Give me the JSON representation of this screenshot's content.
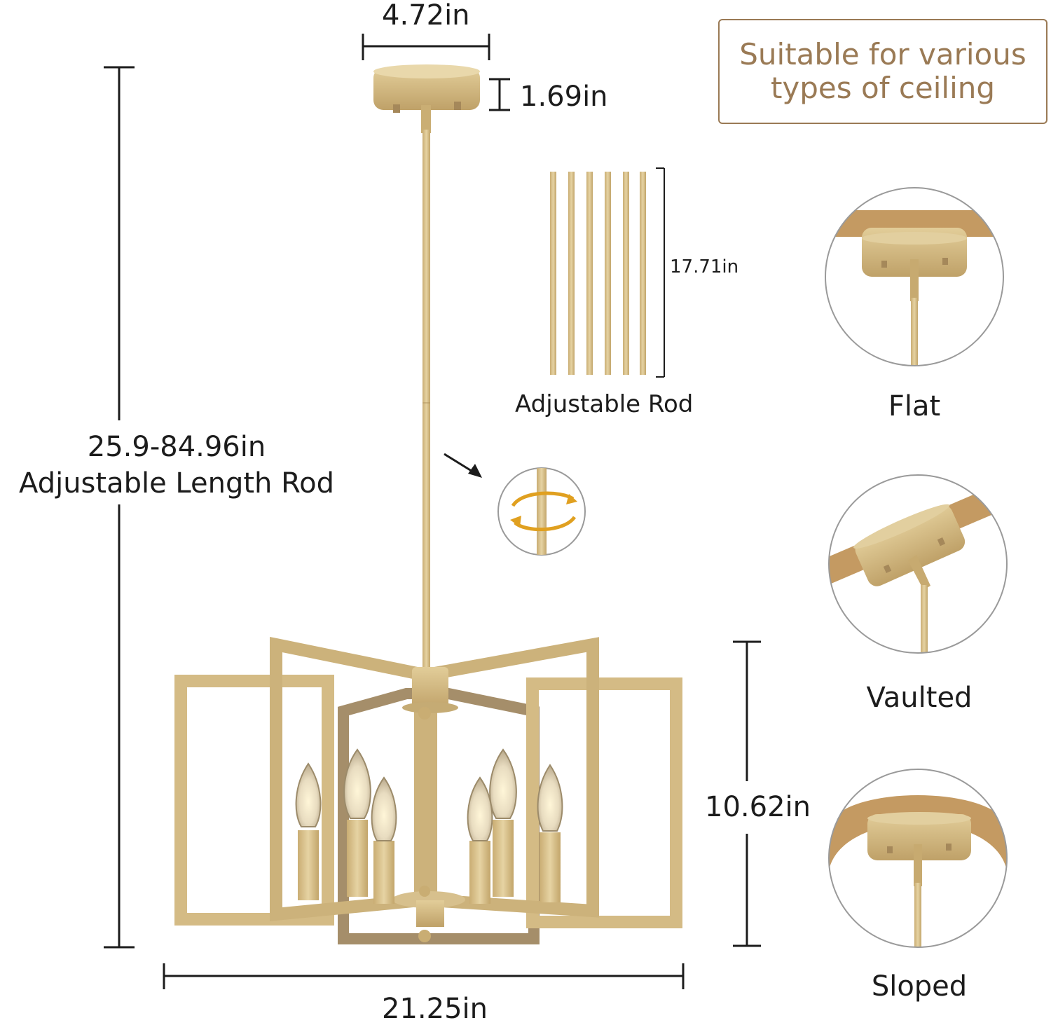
{
  "dimensions": {
    "canopy_width": "4.72in",
    "canopy_height": "1.69in",
    "rod_length": "17.71in",
    "rod_caption": "Adjustable Rod",
    "overall_height_range": "25.9-84.96in",
    "overall_height_caption": "Adjustable Length Rod",
    "fixture_height": "10.62in",
    "fixture_width": "21.25in"
  },
  "ceiling_note": {
    "line1": "Suitable for various",
    "line2": "types of ceiling"
  },
  "ceiling_types": [
    {
      "label": "Flat"
    },
    {
      "label": "Vaulted"
    },
    {
      "label": "Sloped"
    }
  ],
  "colors": {
    "gold": "#d8c08a",
    "gold_dark": "#b89a62",
    "ceiling_brown": "#c49a62",
    "note_brown": "#9a7a55",
    "arrow_orange": "#e0a020"
  }
}
